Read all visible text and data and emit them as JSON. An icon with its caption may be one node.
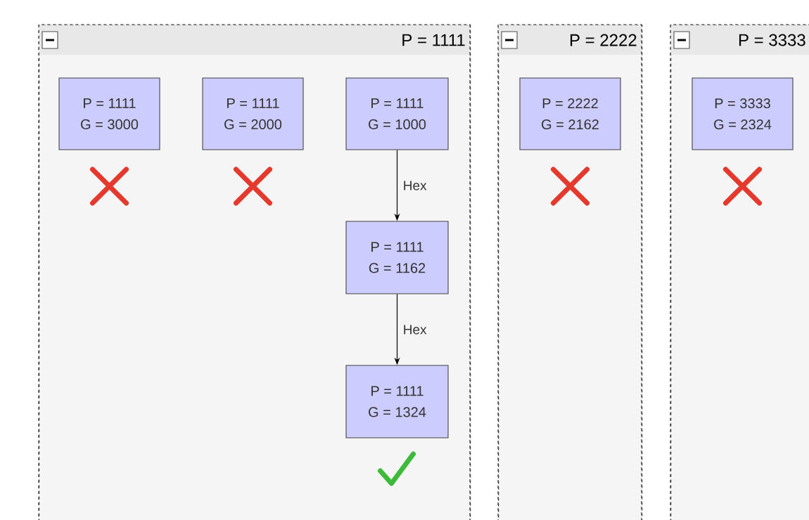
{
  "diagram": {
    "nodes": [
      {
        "text": [
          "P = 1111"
        ]
      },
      {
        "text": [
          "P = 1111",
          "G = 3000"
        ],
        "in": 0
      },
      {
        "text": [
          "P = 1111",
          "G = 2000"
        ],
        "in": 0
      },
      {
        "text": [
          "P = 1111",
          "G = 1000"
        ],
        "in": 0
      },
      {
        "text": [
          "P = 1111",
          "G = 1162"
        ],
        "in": 0
      },
      {
        "text": [
          "P = 1111",
          "G = 1324"
        ],
        "in": 0
      },
      {
        "text": [
          "P = 2222"
        ]
      },
      {
        "text": [
          "P = 2222",
          "G = 2162"
        ],
        "in": 6
      },
      {
        "text": [
          "P = 3333"
        ]
      },
      {
        "text": [
          "P = 3333",
          "G = 2324"
        ],
        "in": 8
      }
    ],
    "edges": [
      {
        "from": 3,
        "to": 4,
        "arrow": "to",
        "label": "Hex"
      },
      {
        "from": 4,
        "to": 5,
        "arrow": "to",
        "label": "Hex"
      }
    ]
  }
}
